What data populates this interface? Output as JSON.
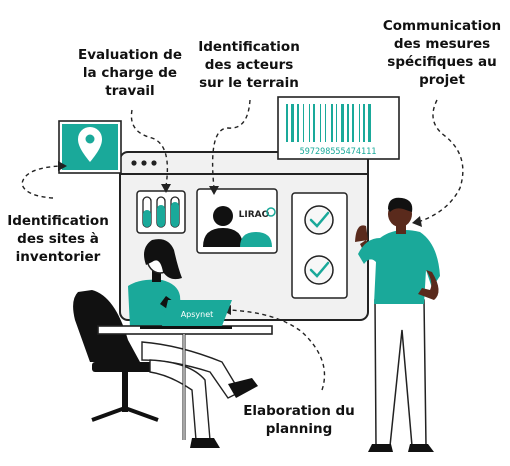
{
  "labels": {
    "evaluation": [
      "Evaluation de",
      "la charge de",
      "travail"
    ],
    "acteurs": [
      "Identification",
      "des acteurs",
      "sur le terrain"
    ],
    "communication": [
      "Communication",
      "des mesures",
      "spécifiques au",
      "projet"
    ],
    "sites": [
      "Identification",
      "des sites à",
      "inventorier"
    ],
    "planning": [
      "Elaboration du",
      "planning"
    ]
  },
  "barcode_number": "597298555474111",
  "lirao_logo": "LIRAO",
  "laptop_brand": "Apsynet",
  "colors": {
    "teal": "#1aa99a",
    "dark": "#111111",
    "light_gray": "#f1f1f1",
    "border": "#333333"
  },
  "icons": [
    "location-pin-icon",
    "slider-icon",
    "person-icon",
    "checkmark-icon",
    "barcode-icon"
  ]
}
